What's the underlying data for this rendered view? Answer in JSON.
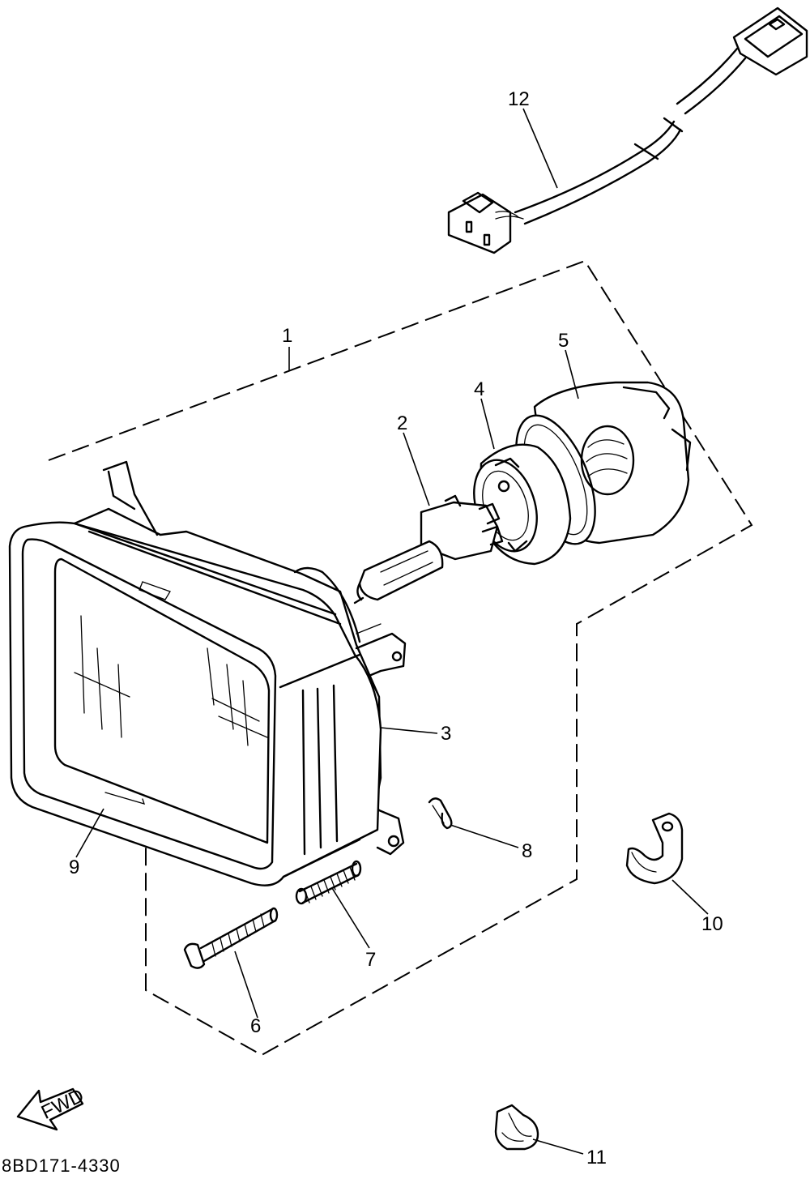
{
  "diagram_code": "8BD171-4330",
  "fwd_label": "FWD",
  "callouts": [
    {
      "number": "1"
    },
    {
      "number": "2"
    },
    {
      "number": "3"
    },
    {
      "number": "4"
    },
    {
      "number": "5"
    },
    {
      "number": "6"
    },
    {
      "number": "7"
    },
    {
      "number": "8"
    },
    {
      "number": "9"
    },
    {
      "number": "10"
    },
    {
      "number": "11"
    },
    {
      "number": "12"
    }
  ]
}
